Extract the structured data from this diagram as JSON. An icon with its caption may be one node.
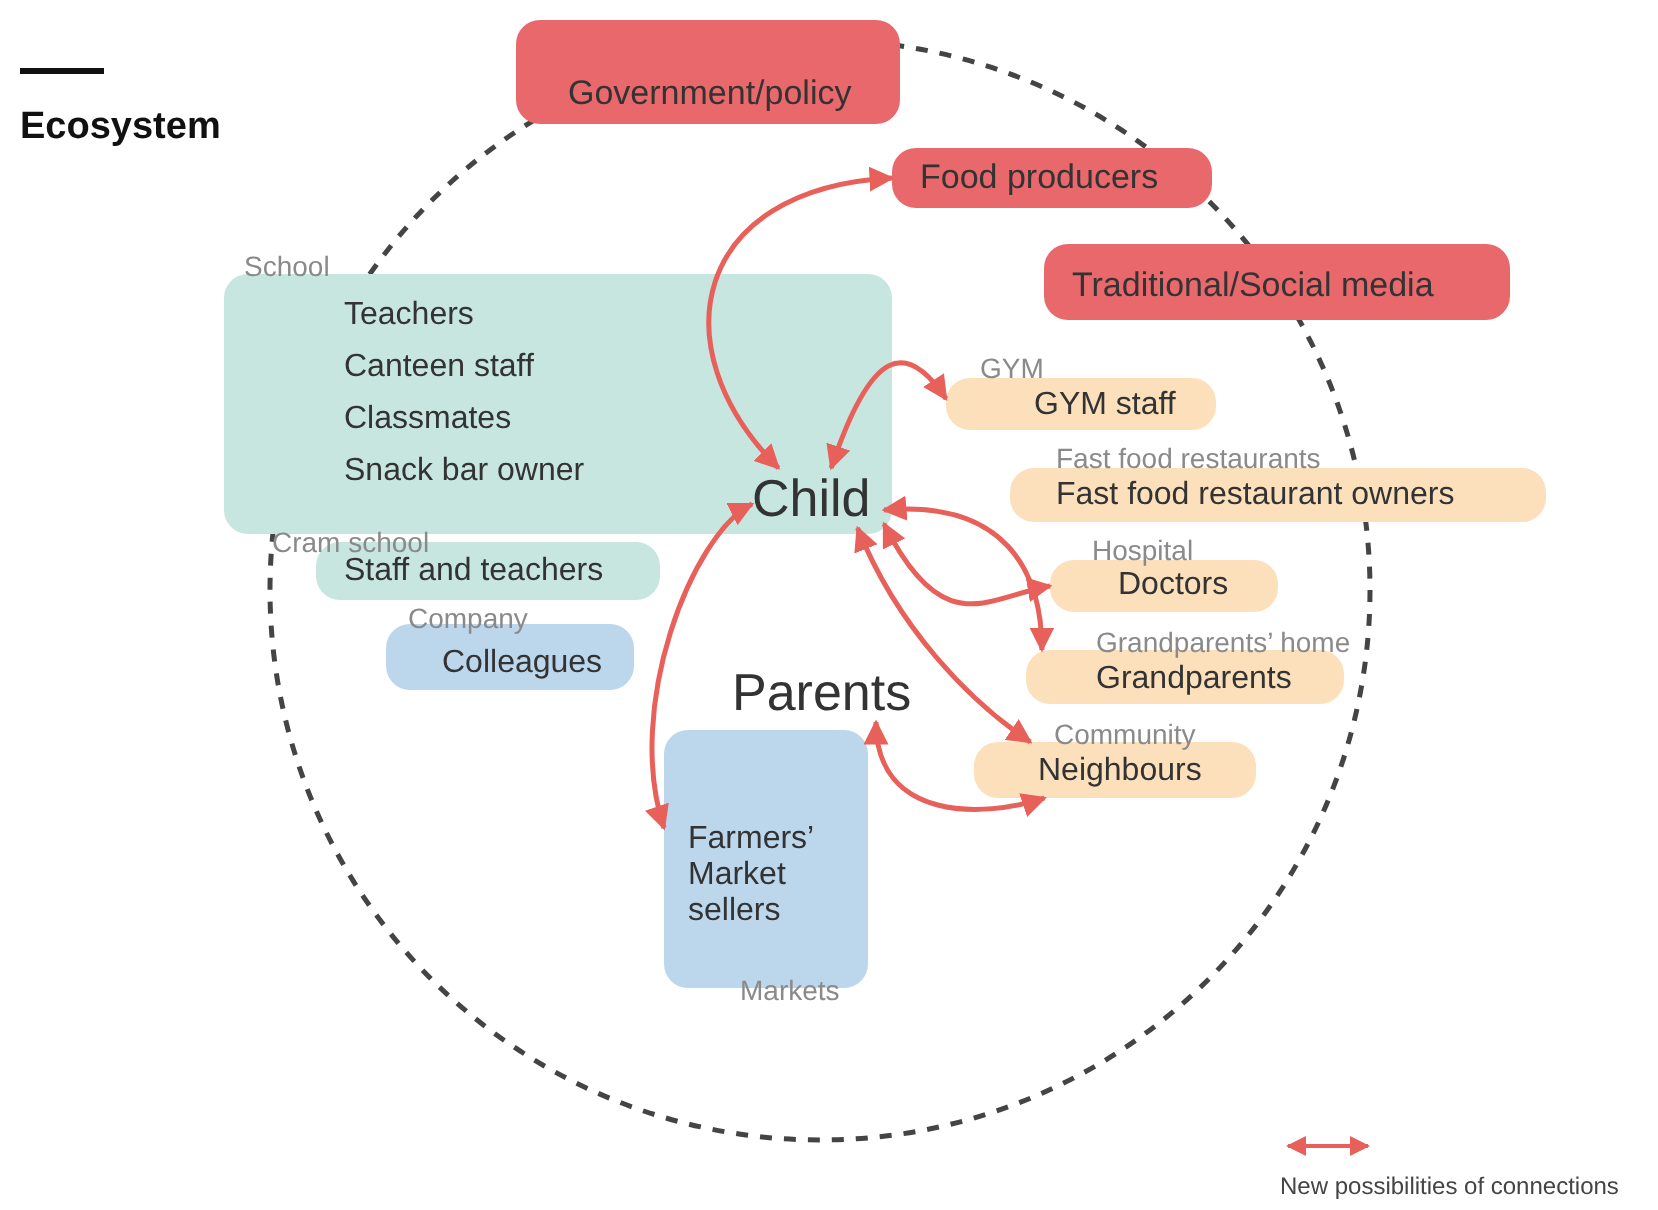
{
  "diagram": {
    "title": "Ecosystem",
    "nodes": [
      {
        "text": [
          "Government/policy"
        ]
      },
      {
        "text": [
          "Food producers"
        ]
      },
      {
        "text": [
          "Traditional/Social media"
        ]
      },
      {
        "text": [
          "School",
          "Teachers",
          "Canteen staff",
          "Classmates",
          "Snack bar owner"
        ]
      },
      {
        "text": [
          "GYM",
          "GYM staff"
        ]
      },
      {
        "text": [
          "Child"
        ],
        "in": 3
      },
      {
        "text": [
          "Fast food restaurants",
          "Fast food restaurant owners"
        ]
      },
      {
        "text": [
          "Cram school",
          "Staff and teachers"
        ]
      },
      {
        "text": [
          "Hospital",
          "Doctors"
        ]
      },
      {
        "text": [
          "Company",
          "Colleagues"
        ]
      },
      {
        "text": [
          "Grandparents’ home",
          "Grandparents"
        ]
      },
      {
        "text": [
          "Parents"
        ]
      },
      {
        "text": [
          "Community",
          "Neighbours"
        ]
      },
      {
        "text": [
          "Farmers’ Market sellers",
          "Markets"
        ]
      }
    ],
    "edges": [
      {
        "from": 5,
        "to": 1,
        "arrow": "both"
      },
      {
        "from": 5,
        "to": 4,
        "arrow": "both"
      },
      {
        "from": 5,
        "to": 13,
        "arrow": "both"
      },
      {
        "from": 5,
        "to": 8,
        "arrow": "both"
      },
      {
        "from": 5,
        "to": 10,
        "arrow": "both"
      },
      {
        "from": 5,
        "to": 12,
        "arrow": "both"
      },
      {
        "from": 11,
        "to": 12,
        "arrow": "both"
      }
    ],
    "legend": [
      {
        "text": "New possibilities of connections"
      }
    ]
  }
}
